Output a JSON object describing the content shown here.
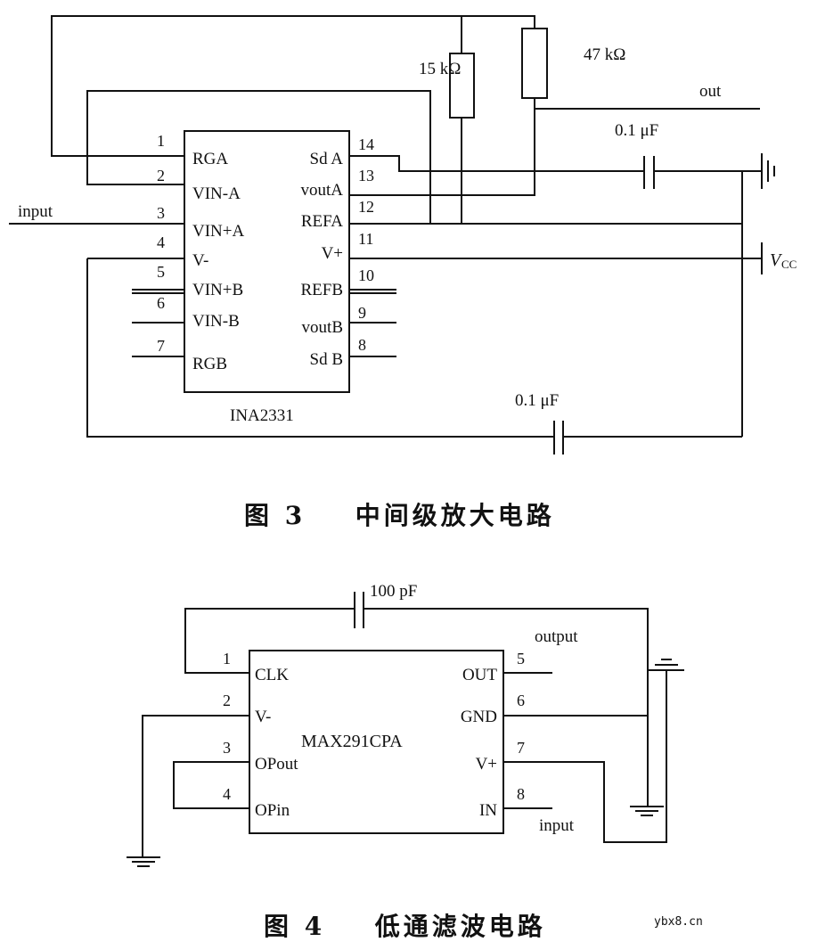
{
  "fig3": {
    "caption_num": "图 3",
    "caption_text": "中间级放大电路",
    "chip_name": "INA2331",
    "left_pins": [
      {
        "num": "1",
        "name": "RGA"
      },
      {
        "num": "2",
        "name": "VIN-A"
      },
      {
        "num": "3",
        "name": "VIN+A"
      },
      {
        "num": "4",
        "name": "V-"
      },
      {
        "num": "5",
        "name": "VIN+B"
      },
      {
        "num": "6",
        "name": "VIN-B"
      },
      {
        "num": "7",
        "name": "RGB"
      }
    ],
    "right_pins": [
      {
        "num": "14",
        "name": "Sd A"
      },
      {
        "num": "13",
        "name": "voutA"
      },
      {
        "num": "12",
        "name": "REFA"
      },
      {
        "num": "11",
        "name": "V+"
      },
      {
        "num": "10",
        "name": "REFB"
      },
      {
        "num": "9",
        "name": "voutB"
      },
      {
        "num": "8",
        "name": "Sd B"
      }
    ],
    "r1_label": "15 kΩ",
    "r2_label": "47 kΩ",
    "cap_top_label": "0.1 μF",
    "cap_bottom_label": "0.1 μF",
    "input_label": "input",
    "out_label": "out",
    "vcc_label_v": "V",
    "vcc_label_sub": "CC"
  },
  "fig4": {
    "caption_num": "图 4",
    "caption_text": "低通滤波电路",
    "chip_name": "MAX291CPA",
    "left_pins": [
      {
        "num": "1",
        "name": "CLK"
      },
      {
        "num": "2",
        "name": "V-"
      },
      {
        "num": "3",
        "name": "OPout"
      },
      {
        "num": "4",
        "name": "OPin"
      }
    ],
    "right_pins": [
      {
        "num": "5",
        "name": "OUT"
      },
      {
        "num": "6",
        "name": "GND"
      },
      {
        "num": "7",
        "name": "V+"
      },
      {
        "num": "8",
        "name": "IN"
      }
    ],
    "cap_label": "100 pF",
    "output_label": "output",
    "input_label": "input"
  },
  "watermark": "ybx8.cn"
}
